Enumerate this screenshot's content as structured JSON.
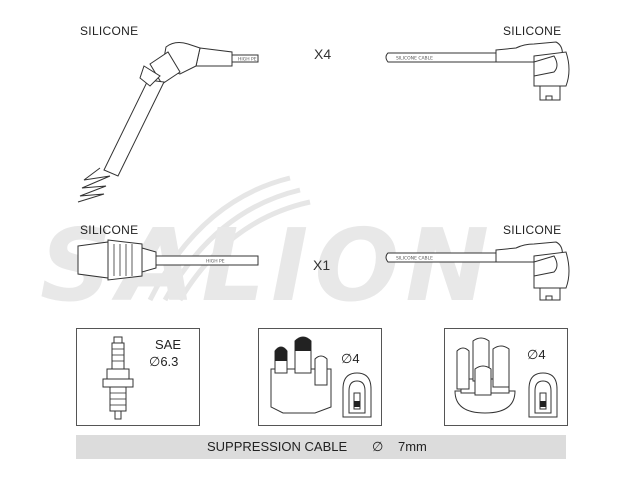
{
  "watermark": "SALION",
  "top_row": {
    "left_label": "SILICONE",
    "right_label": "SILICONE",
    "multiplier": "X4",
    "left_cable_print": "HIGH PE",
    "right_cable_print": "SILICONE CABLE"
  },
  "bottom_row": {
    "left_label": "SILICONE",
    "right_label": "SILICONE",
    "multiplier": "X1",
    "left_cable_print": "HIGH PE",
    "right_cable_print": "SILICONE CABLE"
  },
  "panels": {
    "plug": {
      "standard": "SAE",
      "size": "6.3",
      "diameter_symbol": "∅"
    },
    "coil": {
      "size": "4",
      "diameter_symbol": "∅"
    },
    "distributor": {
      "size": "4",
      "diameter_symbol": "∅"
    }
  },
  "footer": {
    "label": "SUPPRESSION CABLE",
    "diameter_symbol": "∅",
    "value": "7mm"
  },
  "colors": {
    "line": "#333333",
    "watermark": "#e4e4e4",
    "footer_bg": "#dcdcdc"
  }
}
